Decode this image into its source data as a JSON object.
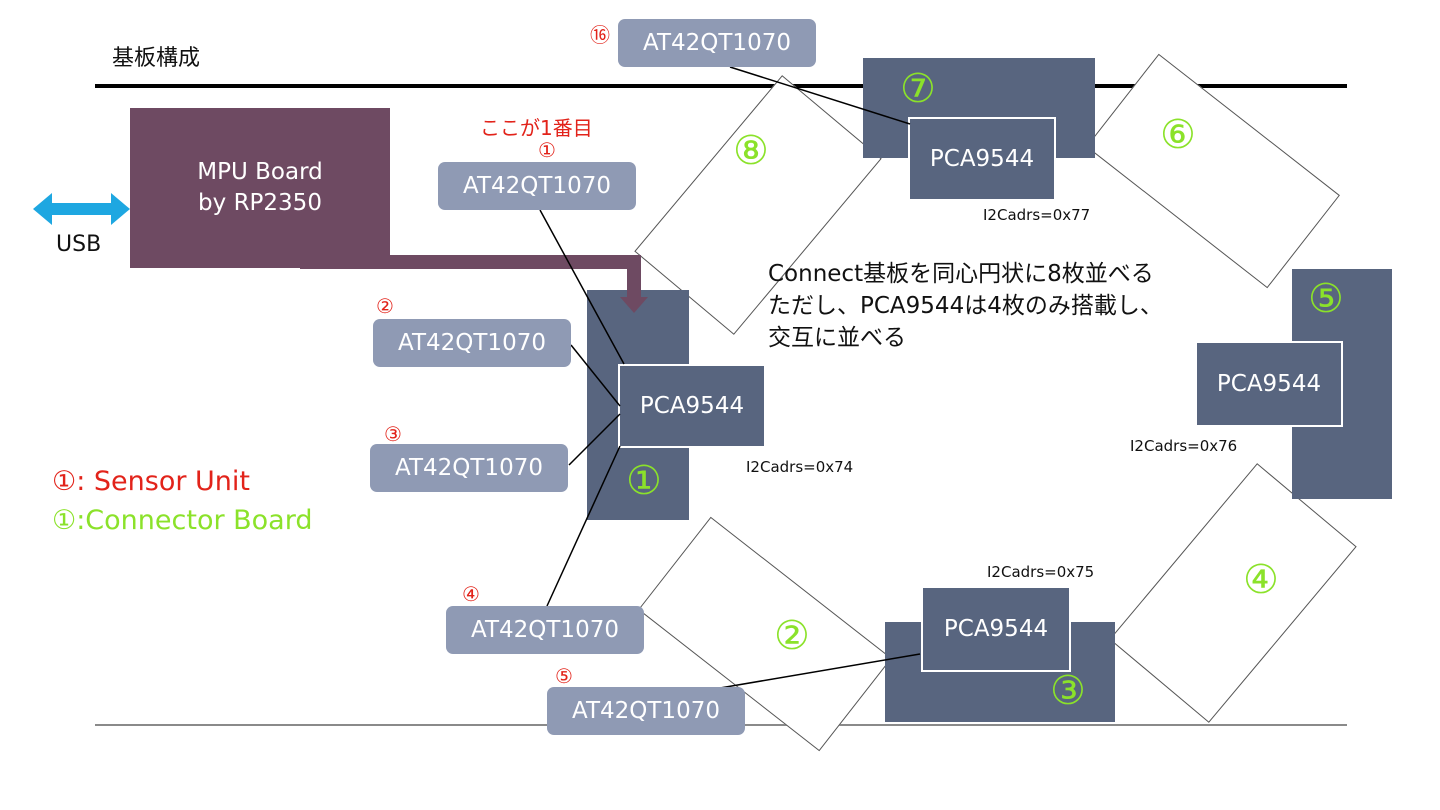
{
  "title": "基板構成",
  "mpu": {
    "line1": "MPU Board",
    "line2": "by RP2350"
  },
  "usb_label": "USB",
  "start_note": "ここが1番目",
  "sensor_label": "AT42QT1070",
  "pca_label": "PCA9544",
  "sensor_numbers": {
    "n1": "①",
    "n2": "②",
    "n3": "③",
    "n4": "④",
    "n5": "⑤",
    "n16": "⑯"
  },
  "board_numbers": {
    "b1": "①",
    "b2": "②",
    "b3": "③",
    "b4": "④",
    "b5": "⑤",
    "b6": "⑥",
    "b7": "⑦",
    "b8": "⑧"
  },
  "i2c": {
    "a74": "I2Cadrs=0x74",
    "a75": "I2Cadrs=0x75",
    "a76": "I2Cadrs=0x76",
    "a77": "I2Cadrs=0x77"
  },
  "note": {
    "line1": "Connect基板を同心円状に8枚並べる",
    "line2": "ただし、PCA9544は4枚のみ搭載し、",
    "line3": "交互に並べる"
  },
  "legend": {
    "sensor": "①: Sensor Unit",
    "connector": "①:Connector Board"
  },
  "colors": {
    "mpu": "#6e4a62",
    "connector": "#58657f",
    "sensor": "#8f9ab4",
    "red": "#e2231a",
    "green": "#8be22a",
    "usb_arrow": "#1ea7e1"
  }
}
